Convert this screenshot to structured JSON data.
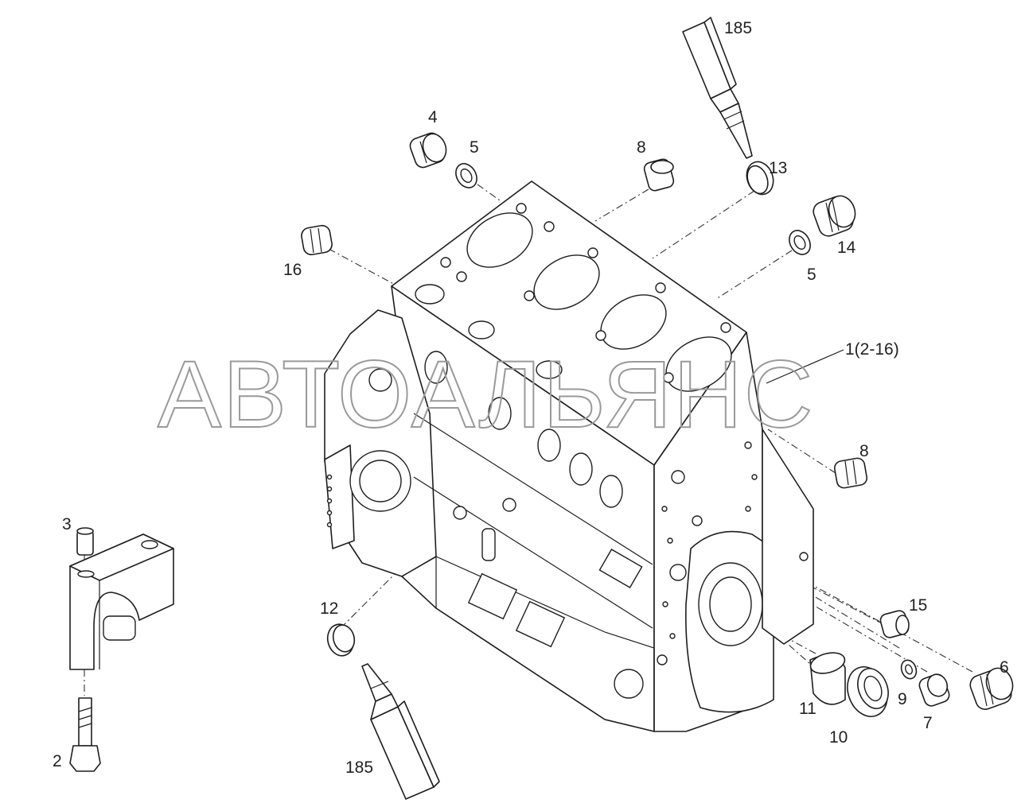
{
  "watermark": "АВТОАЛЬЯНС",
  "callouts": [
    {
      "id": "185-top",
      "text": "185"
    },
    {
      "id": "4",
      "text": "4"
    },
    {
      "id": "5-top",
      "text": "5"
    },
    {
      "id": "8-top",
      "text": "8"
    },
    {
      "id": "13",
      "text": "13"
    },
    {
      "id": "14",
      "text": "14"
    },
    {
      "id": "16",
      "text": "16"
    },
    {
      "id": "5-right",
      "text": "5"
    },
    {
      "id": "1",
      "text": "1(2-16)"
    },
    {
      "id": "8-right",
      "text": "8"
    },
    {
      "id": "3",
      "text": "3"
    },
    {
      "id": "12",
      "text": "12"
    },
    {
      "id": "15",
      "text": "15"
    },
    {
      "id": "6",
      "text": "6"
    },
    {
      "id": "11",
      "text": "11"
    },
    {
      "id": "9",
      "text": "9"
    },
    {
      "id": "7",
      "text": "7"
    },
    {
      "id": "10",
      "text": "10"
    },
    {
      "id": "2",
      "text": "2"
    },
    {
      "id": "185-bottom",
      "text": "185"
    }
  ]
}
